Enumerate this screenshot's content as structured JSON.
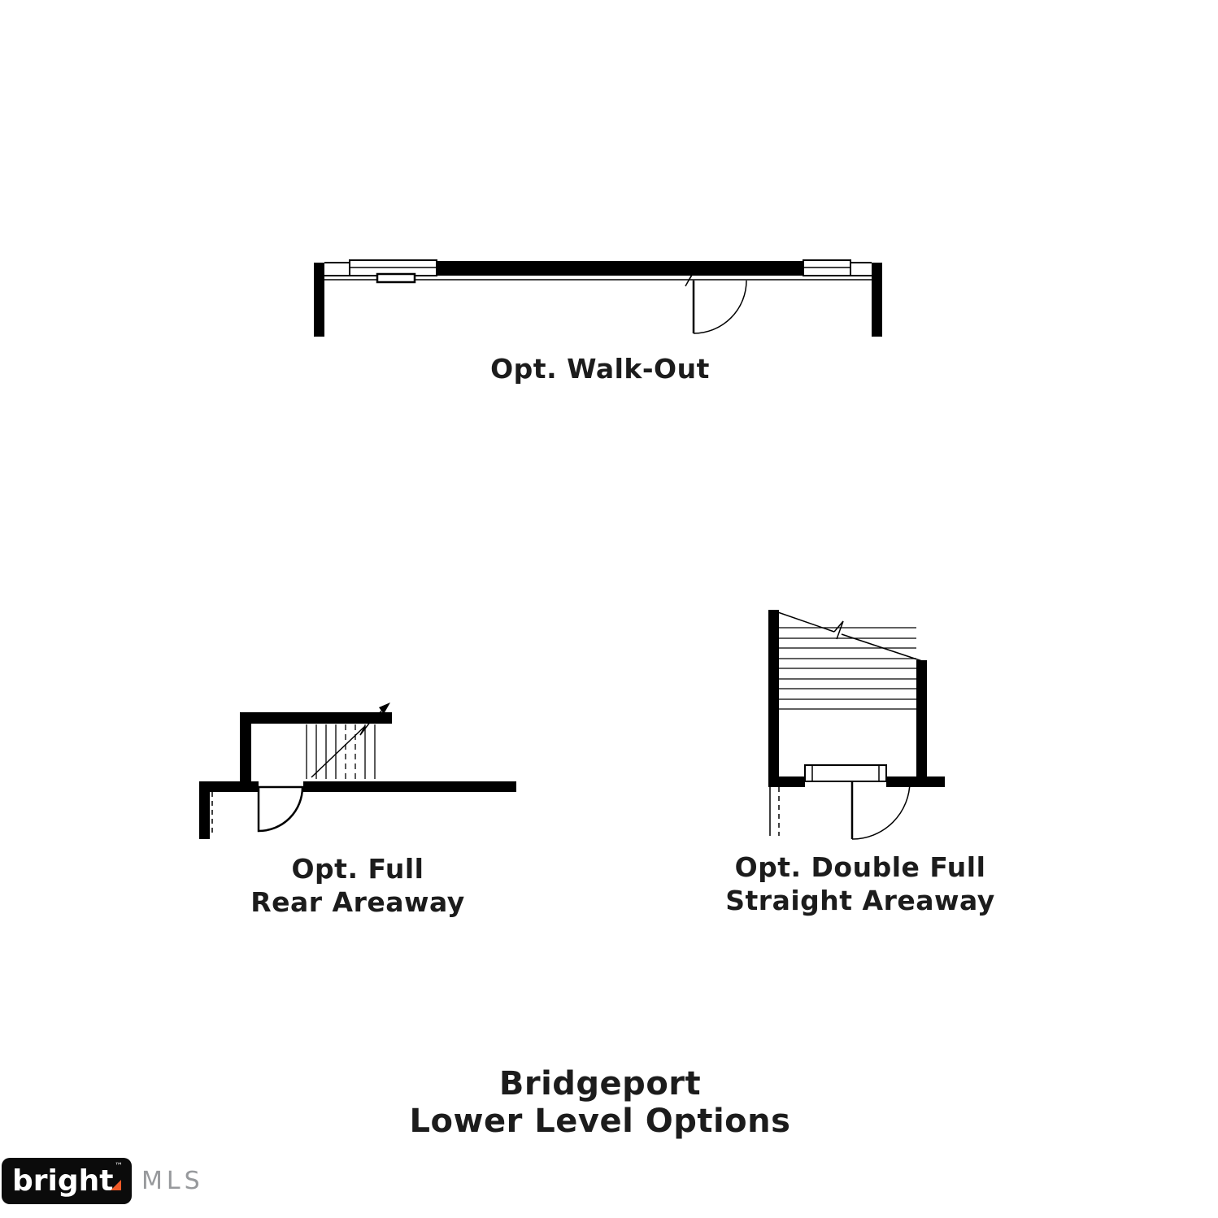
{
  "page": {
    "background_color": "#ffffff",
    "line_color": "#000000",
    "text_color": "#1c1c1c"
  },
  "diagrams": {
    "walkout": {
      "label": "Opt. Walk-Out"
    },
    "rear_areaway": {
      "label_line1": "Opt. Full",
      "label_line2": "Rear Areaway"
    },
    "double_areaway": {
      "label_line1": "Opt. Double Full",
      "label_line2": "Straight Areaway"
    }
  },
  "title": {
    "line1": "Bridgeport",
    "line2": "Lower Level Options"
  },
  "logo": {
    "brand": "bright",
    "tm": "™",
    "suffix": "MLS",
    "accent_color": "#f05a28",
    "suffix_color": "#97999c"
  }
}
